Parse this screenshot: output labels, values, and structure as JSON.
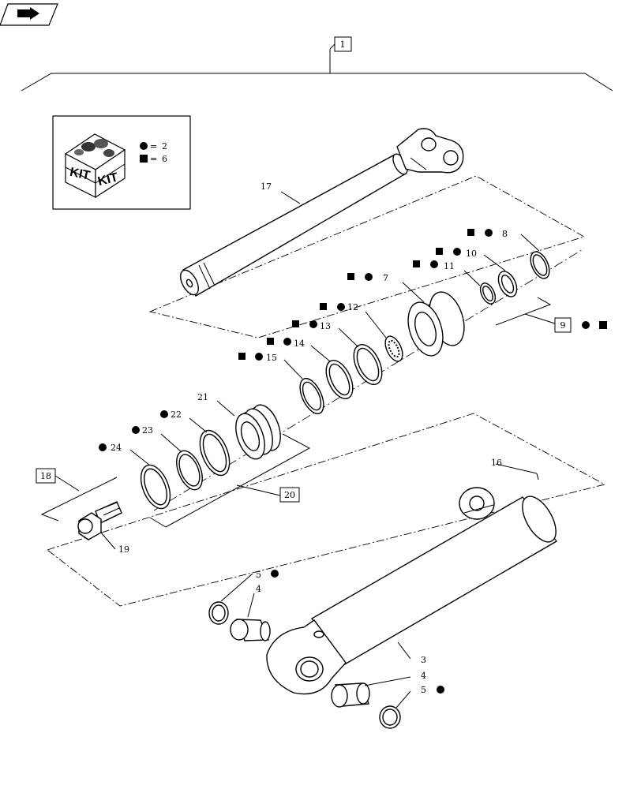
{
  "legend": {
    "circle_value": "2",
    "square_value": "6",
    "kit_labels": [
      "KIT",
      "KIT"
    ]
  },
  "labels": {
    "assembly": "1",
    "p3": "3",
    "p4_top": "4",
    "p4_bottom": "4",
    "p5_top": "5",
    "p5_bottom": "5",
    "p7": "7",
    "p8": "8",
    "p9": "9",
    "p10": "10",
    "p11": "11",
    "p12": "12",
    "p13": "13",
    "p14": "14",
    "p15": "15",
    "p16": "16",
    "p17": "17",
    "p18": "18",
    "p19": "19",
    "p20": "20",
    "p21": "21",
    "p22": "22",
    "p23": "23",
    "p24": "24"
  },
  "icons": [
    "nav-arrow-icon",
    "kit-box-icon",
    "circle-marker-icon",
    "square-marker-icon"
  ]
}
